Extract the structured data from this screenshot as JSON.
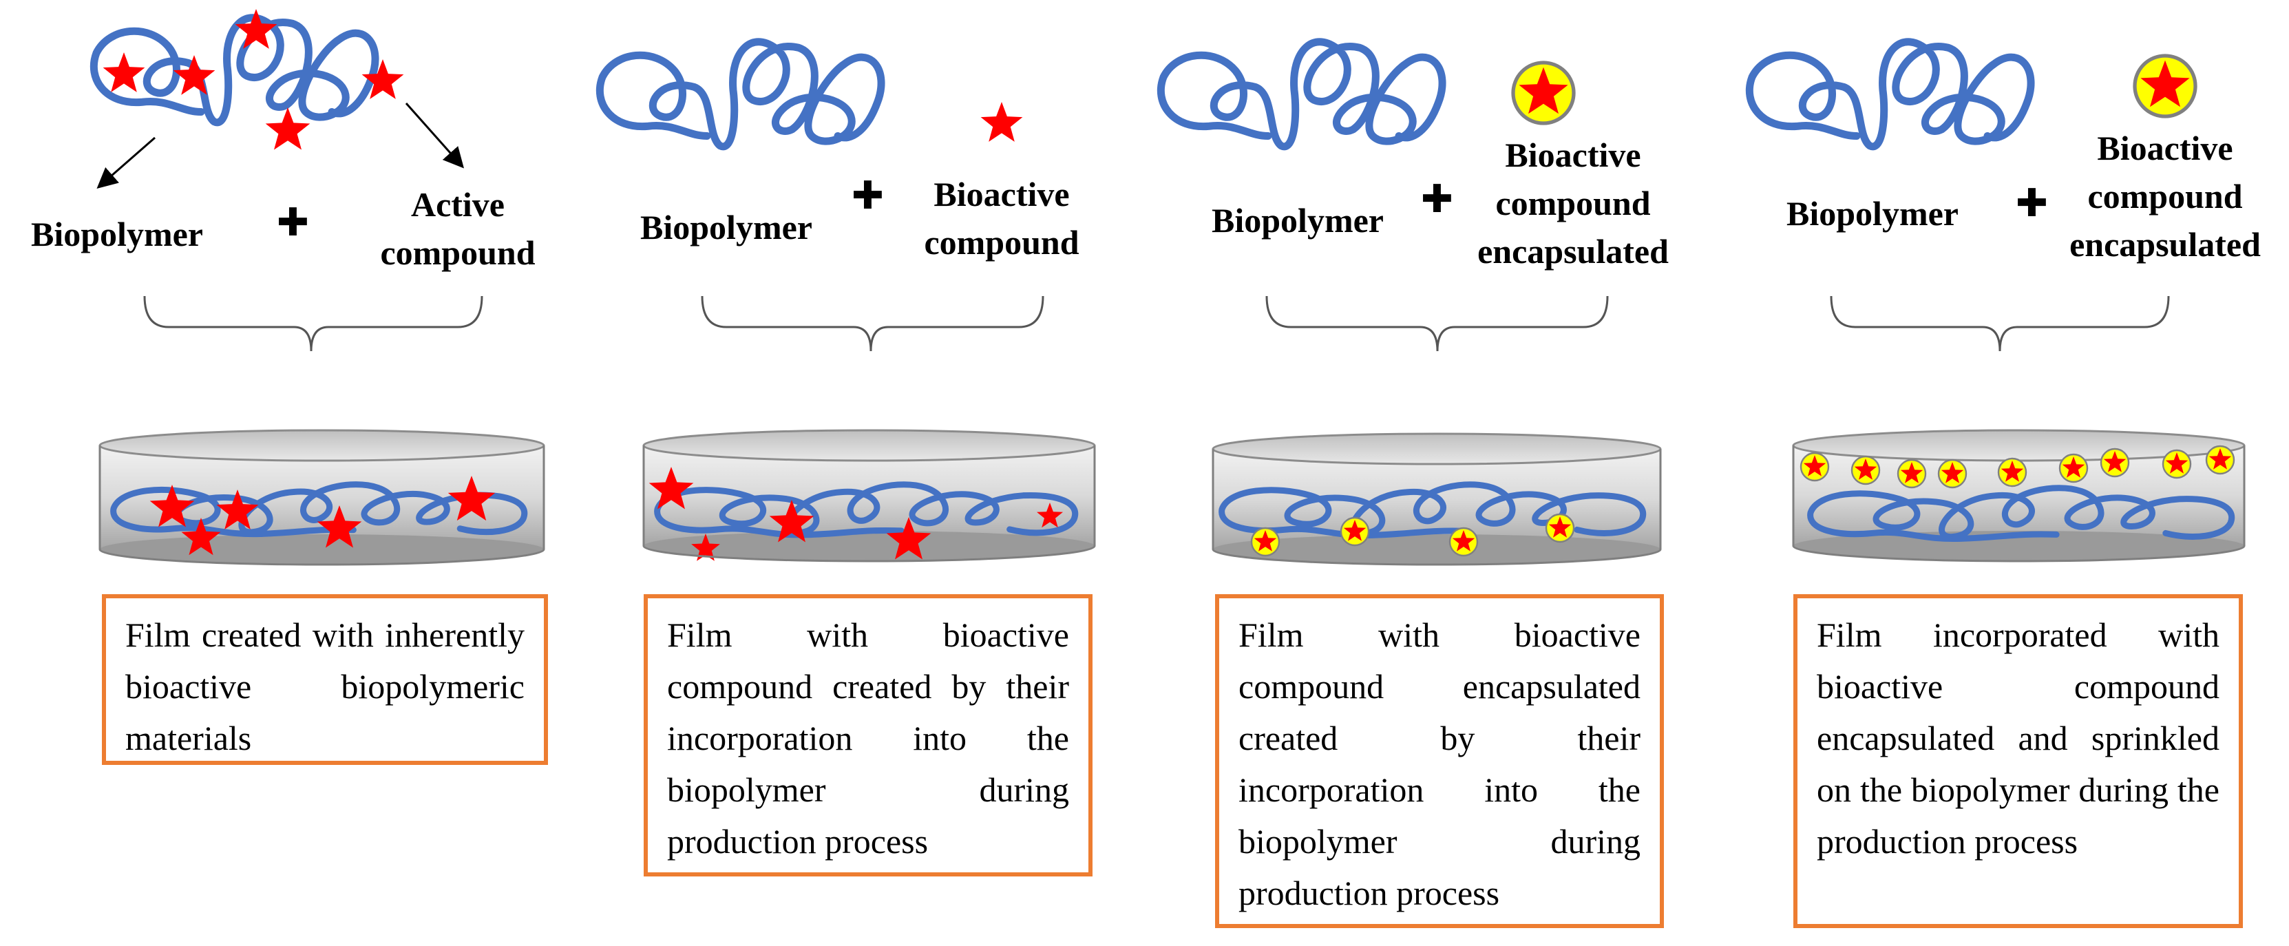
{
  "colors": {
    "polymer": "#4472c4",
    "star": "#ff0000",
    "capsule_fill": "#ffff00",
    "box_border": "#ed7d31",
    "dish_fill": "#d0d0d0"
  },
  "panels": [
    {
      "left_label": "Biopolymer",
      "right_label_lines": [
        "Active",
        "compound"
      ],
      "description": "Film created with inherently bioactive biopolymeric materials"
    },
    {
      "left_label": "Biopolymer",
      "right_label_lines": [
        "Bioactive",
        "compound"
      ],
      "description": "Film with bioactive compound created by their incorporation into the biopolymer during production process"
    },
    {
      "left_label": "Biopolymer",
      "right_label_lines": [
        "Bioactive",
        "compound",
        "encapsulated"
      ],
      "description": "Film with bioactive compound encapsulated created by their incorporation into the biopolymer during production process"
    },
    {
      "left_label": "Biopolymer",
      "right_label_lines": [
        "Bioactive",
        "compound",
        "encapsulated"
      ],
      "description": "Film incorporated with bioactive compound encapsulated and sprinkled on the biopolymer during the production process"
    }
  ]
}
